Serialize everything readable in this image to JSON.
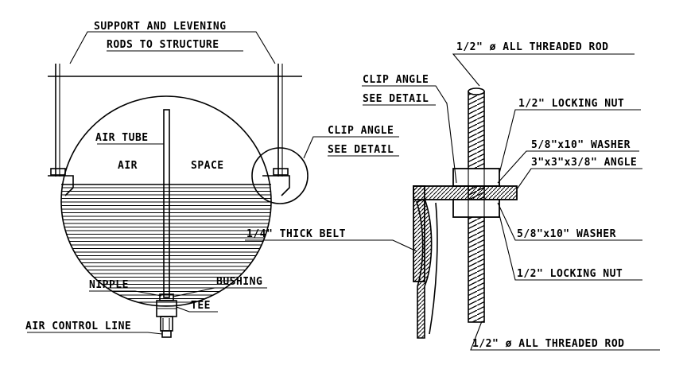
{
  "labels": {
    "support_rods_line1": "SUPPORT AND LEVENING",
    "support_rods_line2": "RODS TO STRUCTURE",
    "air_tube": "AIR TUBE",
    "air": "AIR",
    "space": "SPACE",
    "clip_angle_left_line1": "CLIP ANGLE",
    "clip_angle_left_line2": "SEE DETAIL",
    "nipple": "NIPPLE",
    "bushing": "BUSHING",
    "tee": "TEE",
    "air_control_line": "AIR CONTROL LINE",
    "threaded_rod_top": "1/2\" ø ALL THREADED ROD",
    "clip_angle_right_line1": "CLIP ANGLE",
    "clip_angle_right_line2": "SEE DETAIL",
    "locking_nut_top": "1/2\" LOCKING NUT",
    "washer_top": "5/8\"x10\" WASHER",
    "angle": "3\"x3\"x3/8\" ANGLE",
    "thick_belt": "1/4\" THICK BELT",
    "washer_bottom": "5/8\"x10\" WASHER",
    "locking_nut_bottom": "1/2\" LOCKING NUT",
    "threaded_rod_bottom": "1/2\" ø ALL THREADED ROD"
  }
}
